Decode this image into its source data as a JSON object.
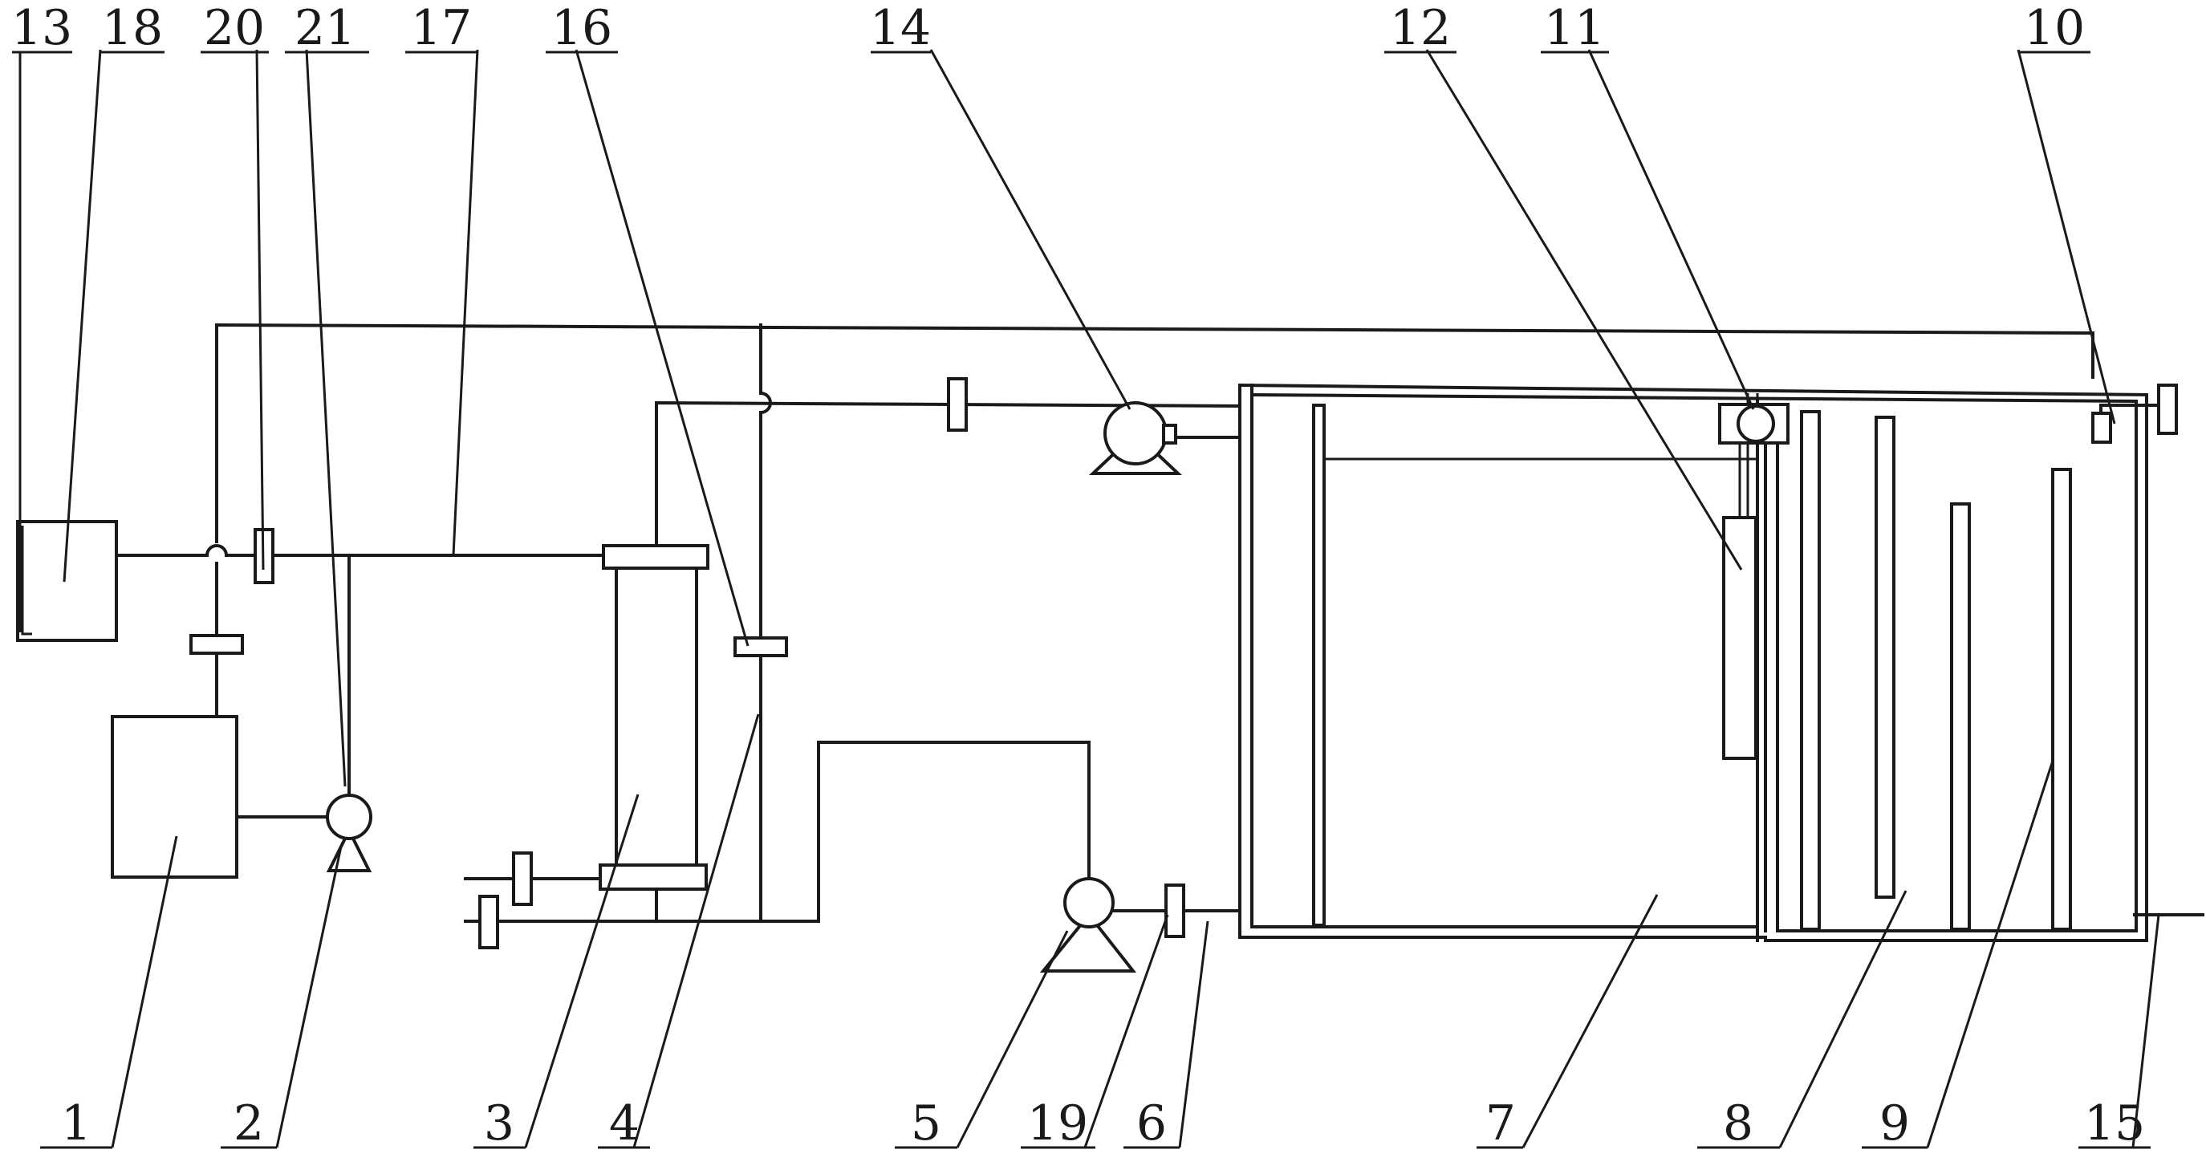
{
  "diagram": {
    "labels": {
      "l1": "1",
      "l2": "2",
      "l3": "3",
      "l4": "4",
      "l5": "5",
      "l6": "6",
      "l7": "7",
      "l8": "8",
      "l9": "9",
      "l10": "10",
      "l11": "11",
      "l12": "12",
      "l13": "13",
      "l14": "14",
      "l15": "15",
      "l16": "16",
      "l17": "17",
      "l18": "18",
      "l19": "19",
      "l20": "20",
      "l21": "21"
    }
  }
}
